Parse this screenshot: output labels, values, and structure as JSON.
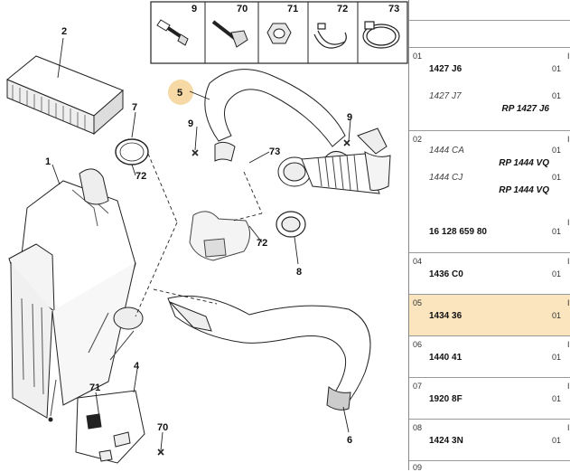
{
  "callouts": {
    "c1": "1",
    "c2": "2",
    "c4": "4",
    "c5": "5",
    "c6": "6",
    "c7": "7",
    "c8": "8",
    "c9a": "9",
    "c9b": "9",
    "c70": "70",
    "c71": "71",
    "c72a": "72",
    "c72b": "72",
    "c73": "73"
  },
  "legend": [
    "9",
    "70",
    "71",
    "72",
    "73"
  ],
  "parts": [
    {
      "idx": "01",
      "ref": "1427 J6",
      "alts": [
        {
          "ref": "1427 J7",
          "rp": "RP 1427 J6"
        }
      ],
      "qty": [
        "01"
      ],
      "edge": "I"
    },
    {
      "idx": "02",
      "ref": "",
      "alts": [
        {
          "ref": "1444 CA",
          "rp": "RP 1444 VQ"
        },
        {
          "ref": "1444 CJ",
          "rp": "RP 1444 VQ"
        }
      ],
      "ref2": "16 128 659 80",
      "qty": [
        "01"
      ],
      "edge": "I"
    },
    {
      "idx": "04",
      "ref": "1436 C0",
      "qty": [
        "01"
      ],
      "edge": "I"
    },
    {
      "idx": "05",
      "ref": "1434 36",
      "qty": [
        "01"
      ],
      "edge": "I"
    },
    {
      "idx": "06",
      "ref": "1440 41",
      "qty": [
        "01"
      ],
      "edge": "I"
    },
    {
      "idx": "07",
      "ref": "1920 8F",
      "qty": [
        "01"
      ],
      "edge": "I"
    },
    {
      "idx": "08",
      "ref": "1424 3N",
      "qty": [
        "01"
      ],
      "edge": "I"
    },
    {
      "idx": "09",
      "ref": "",
      "qty": [],
      "edge": ""
    }
  ]
}
